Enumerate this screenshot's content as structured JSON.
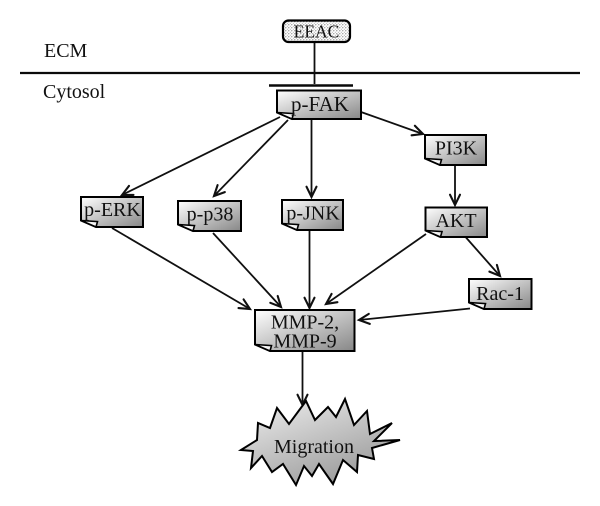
{
  "figure": {
    "type": "signaling-pathway-diagram",
    "compartments": {
      "outside_label": "ECM",
      "inside_label": "Cytosol"
    },
    "nodes": {
      "eeac": {
        "label": "EEAC",
        "shape": "rounded-stippled-box"
      },
      "pfak": {
        "label": "p-FAK",
        "shape": "folded-corner-box"
      },
      "perk": {
        "label": "p-ERK",
        "shape": "folded-corner-box"
      },
      "pp38": {
        "label": "p-p38",
        "shape": "folded-corner-box"
      },
      "pjnk": {
        "label": "p-JNK",
        "shape": "folded-corner-box"
      },
      "pi3k": {
        "label": "PI3K",
        "shape": "folded-corner-box"
      },
      "akt": {
        "label": "AKT",
        "shape": "folded-corner-box"
      },
      "rac1": {
        "label": "Rac-1",
        "shape": "folded-corner-box"
      },
      "mmp": {
        "label_line1": "MMP-2,",
        "label_line2": "MMP-9",
        "shape": "folded-corner-box"
      },
      "migration": {
        "label": "Migration",
        "shape": "starburst"
      }
    },
    "edges": [
      {
        "from": "EEAC",
        "to": "membrane-bar",
        "style": "plain-line"
      },
      {
        "from": "p-FAK",
        "to": "p-ERK",
        "style": "arrow"
      },
      {
        "from": "p-FAK",
        "to": "p-p38",
        "style": "arrow"
      },
      {
        "from": "p-FAK",
        "to": "p-JNK",
        "style": "arrow"
      },
      {
        "from": "p-FAK",
        "to": "PI3K",
        "style": "arrow"
      },
      {
        "from": "PI3K",
        "to": "AKT",
        "style": "arrow"
      },
      {
        "from": "AKT",
        "to": "Rac-1",
        "style": "arrow"
      },
      {
        "from": "AKT",
        "to": "MMP-2, MMP-9",
        "style": "arrow"
      },
      {
        "from": "p-ERK",
        "to": "MMP-2, MMP-9",
        "style": "arrow"
      },
      {
        "from": "p-p38",
        "to": "MMP-2, MMP-9",
        "style": "arrow"
      },
      {
        "from": "p-JNK",
        "to": "MMP-2, MMP-9",
        "style": "arrow"
      },
      {
        "from": "Rac-1",
        "to": "MMP-2, MMP-9",
        "style": "arrow"
      },
      {
        "from": "MMP-2, MMP-9",
        "to": "Migration",
        "style": "arrow"
      }
    ],
    "colors": {
      "stroke": "#000000",
      "box_gradient_start": "#ffffff",
      "box_gradient_end": "#878787",
      "star_gradient_start": "#ebebeb",
      "star_gradient_end": "#949494",
      "background": "#ffffff"
    }
  }
}
